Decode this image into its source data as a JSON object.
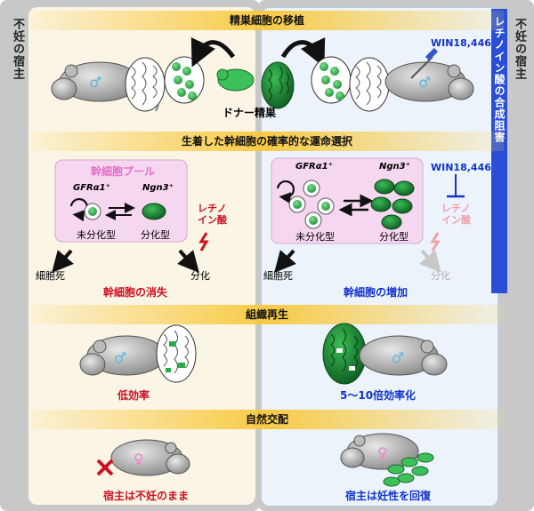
{
  "side_labels": {
    "left": "不妊の宿主",
    "right": "不妊の宿主",
    "inhibitor_bar": "レチノイン酸の合成阻害"
  },
  "sections": {
    "transplant": "精巣細胞の移植",
    "fate": "生着した幹細胞の確率的な運命選択",
    "regen": "組織再生",
    "mating": "自然交配"
  },
  "donor_label": "ドナー精巣",
  "drug": "WIN18,446",
  "left_pool": {
    "title": "幹細胞プール",
    "gene1": "GFRα1⁺",
    "gene2": "Ngn3⁺",
    "undiff": "未分化型",
    "diff": "分化型",
    "retinoic": "レチノ\nイン酸",
    "death": "細胞死",
    "differentiate": "分化",
    "result": "幹細胞の消失"
  },
  "right_pool": {
    "gene1": "GFRα1⁺",
    "gene2": "Ngn3⁺",
    "undiff": "未分化型",
    "diff": "分化型",
    "retinoic": "レチノ\nイン酸",
    "death": "細胞死",
    "differentiate": "分化",
    "result": "幹細胞の増加"
  },
  "regen": {
    "left": "低効率",
    "right": "5〜10倍効率化"
  },
  "mating": {
    "left": "宿主は不妊のまま",
    "right": "宿主は妊性を回復"
  },
  "colors": {
    "green": "#2aa84a",
    "dark_green": "#146b2b",
    "red": "#cc1122",
    "blue": "#1133cc",
    "pink_box": "#f6d7f0",
    "band": "#f8c83c"
  }
}
